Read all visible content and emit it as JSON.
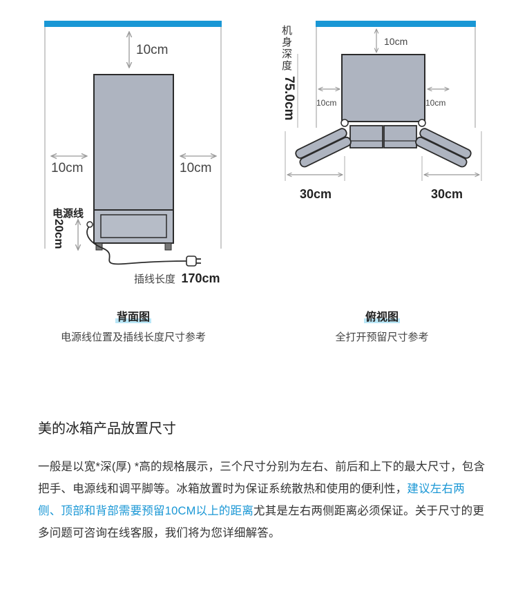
{
  "back_view": {
    "top_gap": "10cm",
    "left_gap": "10cm",
    "right_gap": "10cm",
    "cord_label": "电源线",
    "cord_height": "20cm",
    "plug_label": "插线长度",
    "plug_length": "170cm",
    "caption_title": "背面图",
    "caption_sub": "电源线位置及插线长度尺寸参考"
  },
  "top_view": {
    "depth_label": "机身深度",
    "depth_value": "75.0cm",
    "top_gap": "10cm",
    "left_gap": "10cm",
    "right_gap": "10cm",
    "door_left": "30cm",
    "door_right": "30cm",
    "caption_title": "俯视图",
    "caption_sub": "全打开预留尺寸参考"
  },
  "section": {
    "title": "美的冰箱产品放置尺寸",
    "text_before": "一般是以宽*深(厚) *高的规格展示，三个尺寸分别为左右、前后和上下的最大尺寸，包含把手、电源线和调平脚等。冰箱放置时为保证系统散热和使用的便利性，",
    "text_highlight": "建议左右两侧、顶部和背部需要预留10CM以上的距离",
    "text_after": "尤其是左右两侧距离必须保证。关于尺寸的更多问题可咨询在线客服，我们将为您详细解答。"
  },
  "colors": {
    "accent_blue": "#1a97d5",
    "fridge_fill": "#aeb4c0",
    "outline": "#2b2b2b",
    "dim_gray": "#999999"
  }
}
